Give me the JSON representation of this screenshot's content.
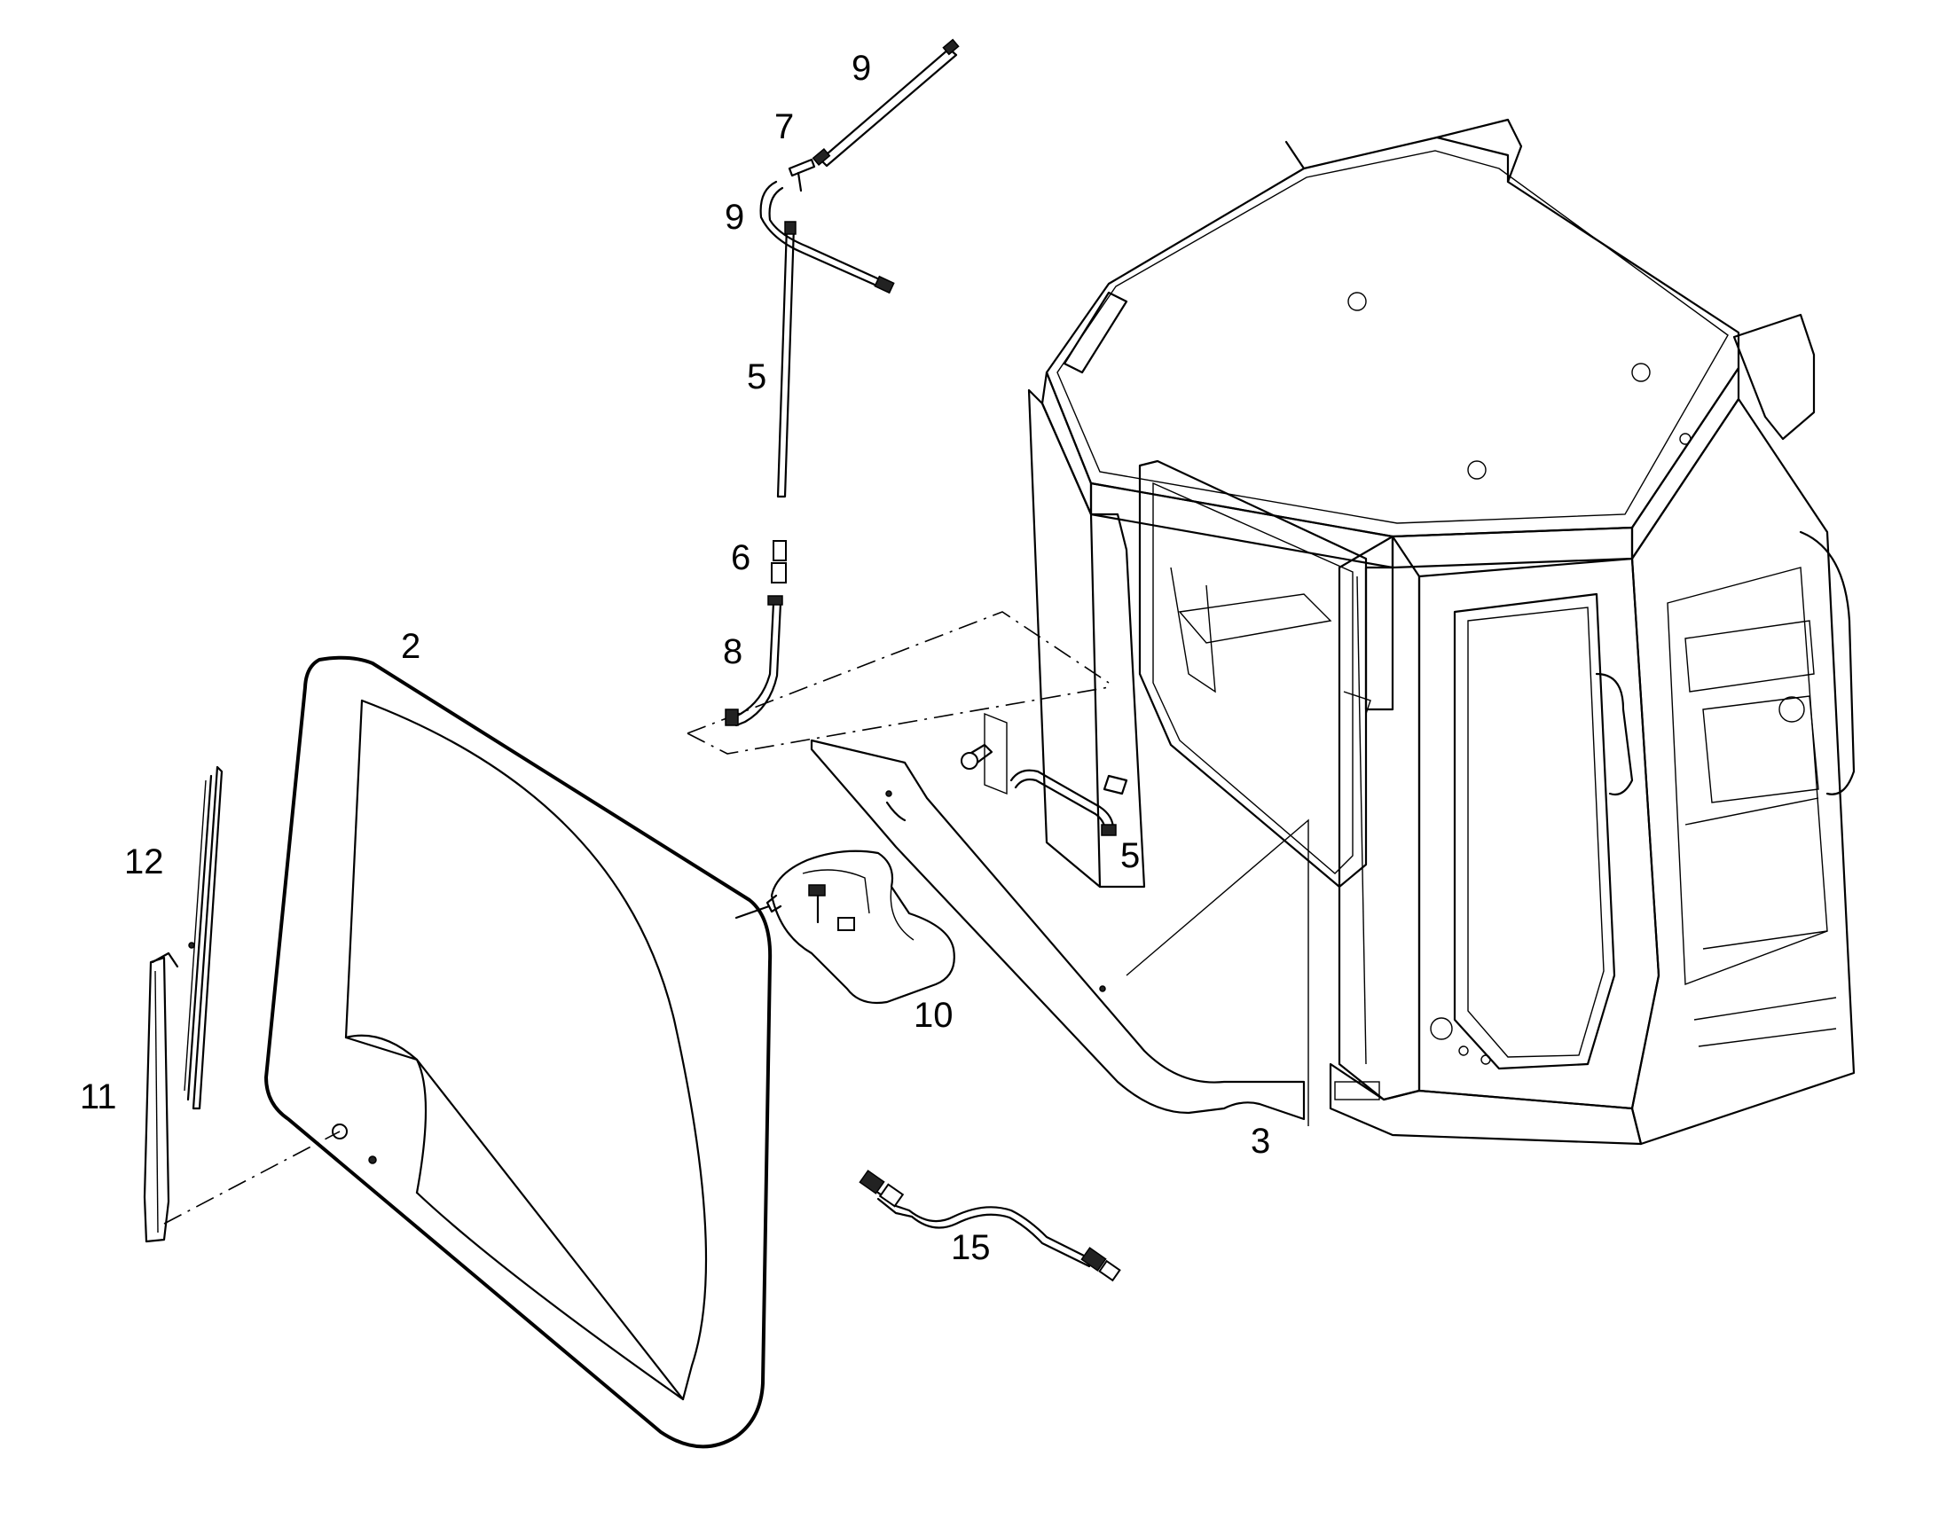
{
  "callouts": {
    "c2": "2",
    "c3": "3",
    "c5a": "5",
    "c5b": "5",
    "c6": "6",
    "c7": "7",
    "c8": "8",
    "c9a": "9",
    "c9b": "9",
    "c10": "10",
    "c11": "11",
    "c12": "12",
    "c15": "15"
  }
}
